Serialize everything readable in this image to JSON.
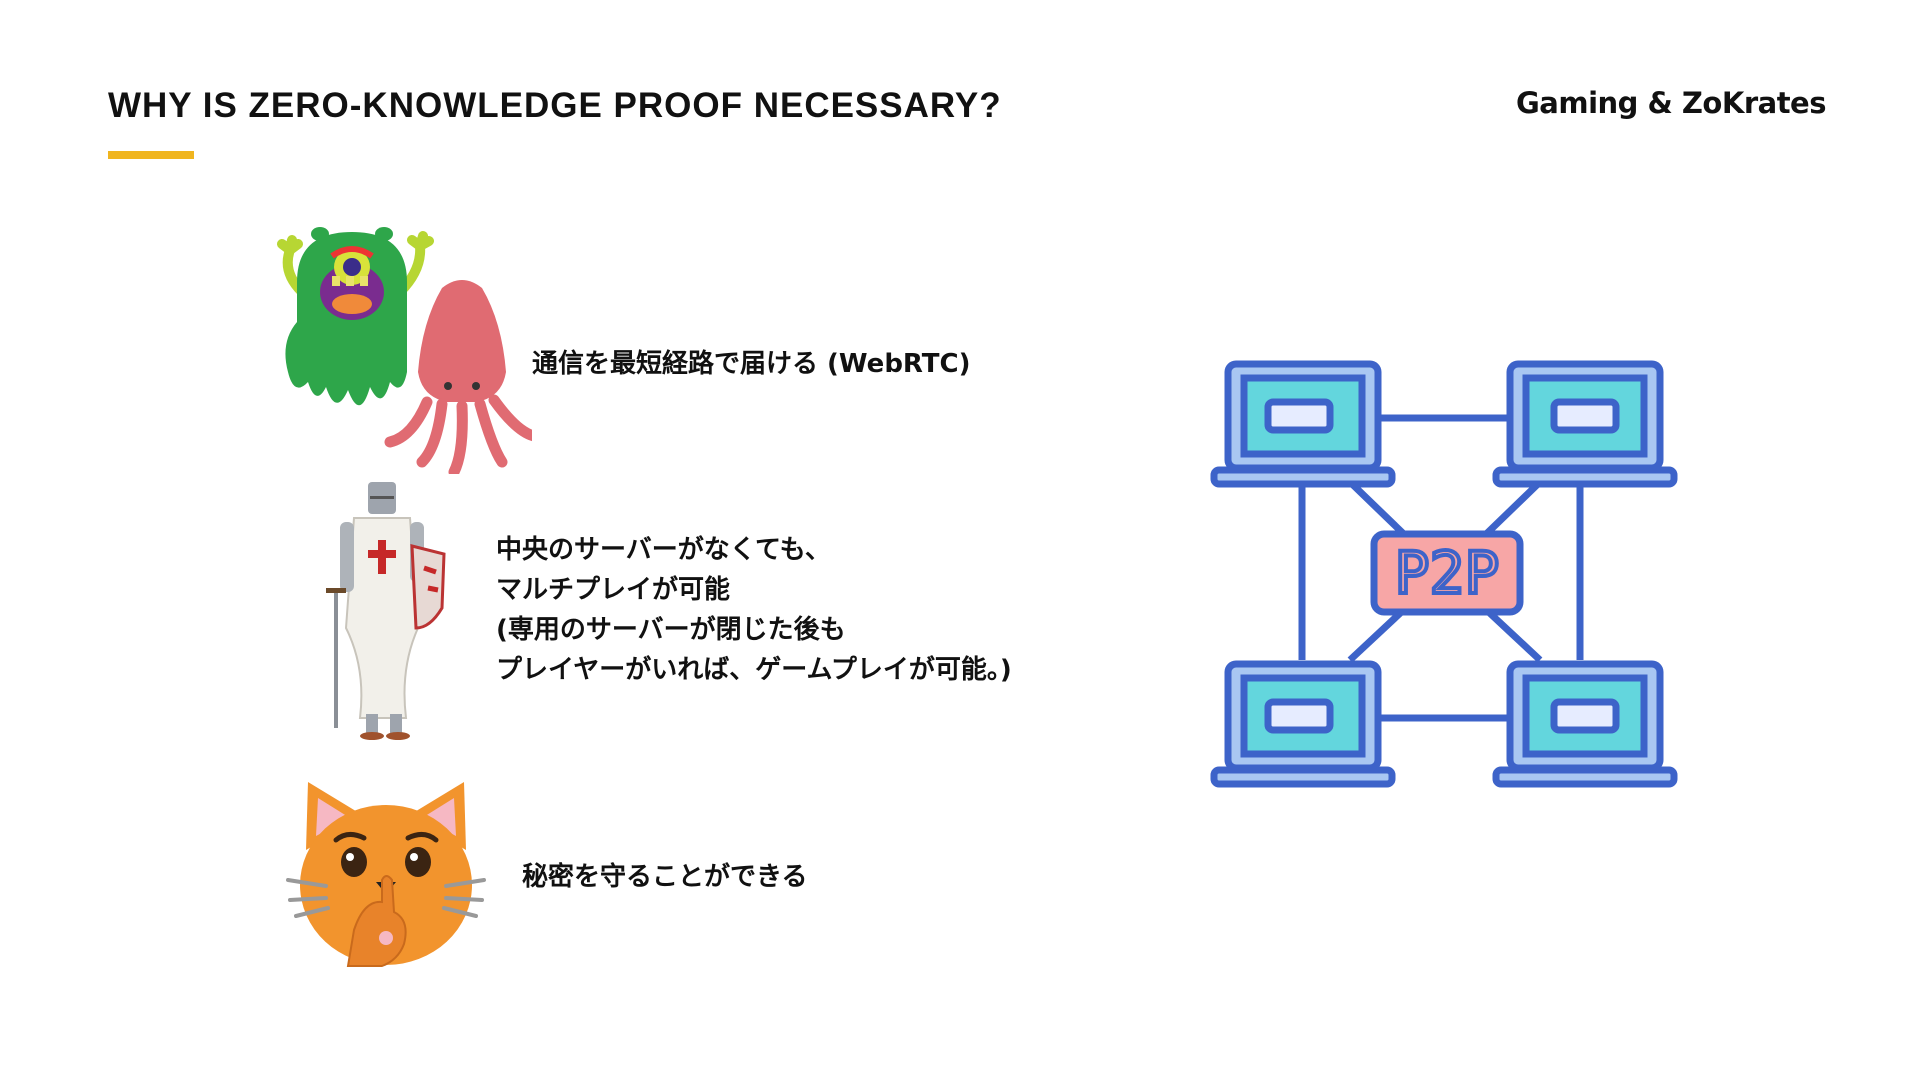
{
  "header": {
    "title": "WHY IS ZERO-KNOWLEDGE PROOF NECESSARY?",
    "brand": "Gaming & ZoKrates",
    "accent_color": "#f0b51f"
  },
  "items": [
    {
      "icon": "monster-squid-icon",
      "lines": [
        "通信を最短経路で届ける (WebRTC)"
      ]
    },
    {
      "icon": "knight-icon",
      "lines": [
        "中央のサーバーがなくても、",
        "マルチプレイが可能",
        "(専用のサーバーが閉じた後も",
        "プレイヤーがいれば、ゲームプレイが可能。)"
      ]
    },
    {
      "icon": "shushing-cat-icon",
      "lines": [
        "秘密を守ることができる"
      ]
    }
  ],
  "diagram": {
    "icon": "p2p-network-icon",
    "label": "P2P",
    "colors": {
      "stroke": "#3d63c9",
      "screen": "#63d6dd",
      "label_bg": "#f7a6a6"
    }
  }
}
